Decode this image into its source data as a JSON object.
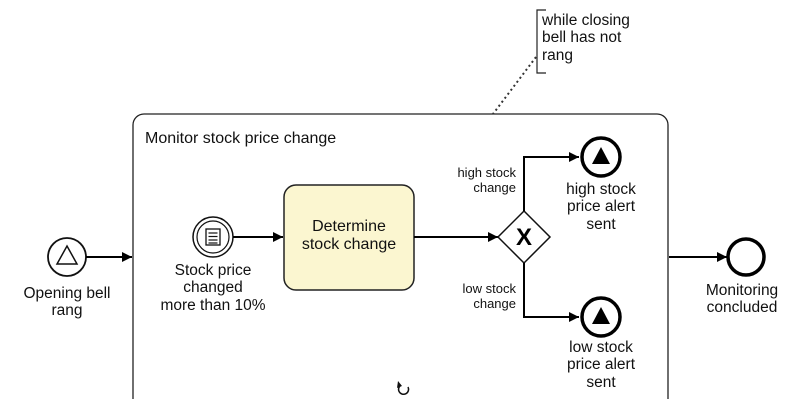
{
  "subprocess": {
    "title": "Monitor stock price change"
  },
  "annotation": {
    "text": "while closing\nbell has not\nrang"
  },
  "events": {
    "start": {
      "label": "Opening bell\nrang",
      "icon": "triangle-signal-icon"
    },
    "conditional": {
      "label": "Stock price\nchanged\nmore than 10%",
      "icon": "conditional-list-icon"
    },
    "high_alert": {
      "label": "high stock\nprice alert\nsent",
      "icon": "filled-triangle-signal-icon"
    },
    "low_alert": {
      "label": "low stock\nprice alert\nsent",
      "icon": "filled-triangle-signal-icon"
    },
    "end": {
      "label": "Monitoring\nconcluded"
    }
  },
  "task": {
    "label": "Determine\nstock change",
    "fill": "#fbf6d0"
  },
  "gateway": {
    "symbol": "X"
  },
  "flows": {
    "high": "high stock\nchange",
    "low": "low stock\nchange"
  },
  "colors": {
    "stroke": "#000000",
    "task_fill": "#fbf6d0",
    "annotation_dots": "#333333"
  }
}
